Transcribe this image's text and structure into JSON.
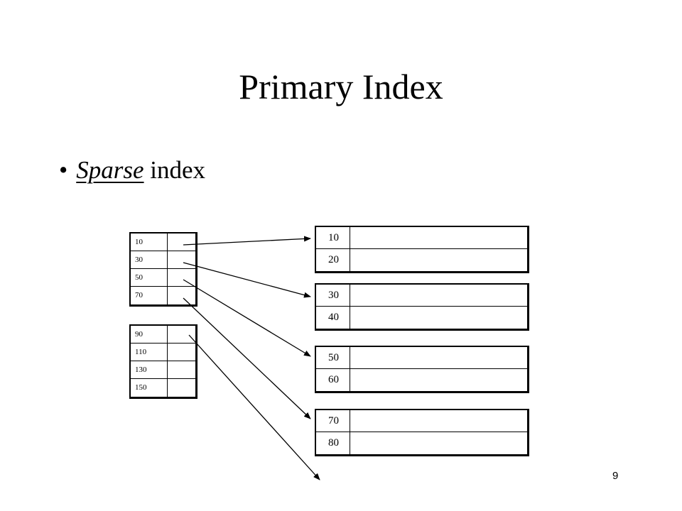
{
  "title": "Primary Index",
  "bullet": {
    "symbol": "•",
    "emphasis": "Sparse",
    "rest": "index"
  },
  "index_blocks": [
    {
      "keys": [
        "10",
        "30",
        "50",
        "70"
      ]
    },
    {
      "keys": [
        "90",
        "110",
        "130",
        "150"
      ]
    }
  ],
  "data_blocks": [
    {
      "keys": [
        "10",
        "20"
      ]
    },
    {
      "keys": [
        "30",
        "40"
      ]
    },
    {
      "keys": [
        "50",
        "60"
      ]
    },
    {
      "keys": [
        "70",
        "80"
      ]
    }
  ],
  "page_number": "9"
}
